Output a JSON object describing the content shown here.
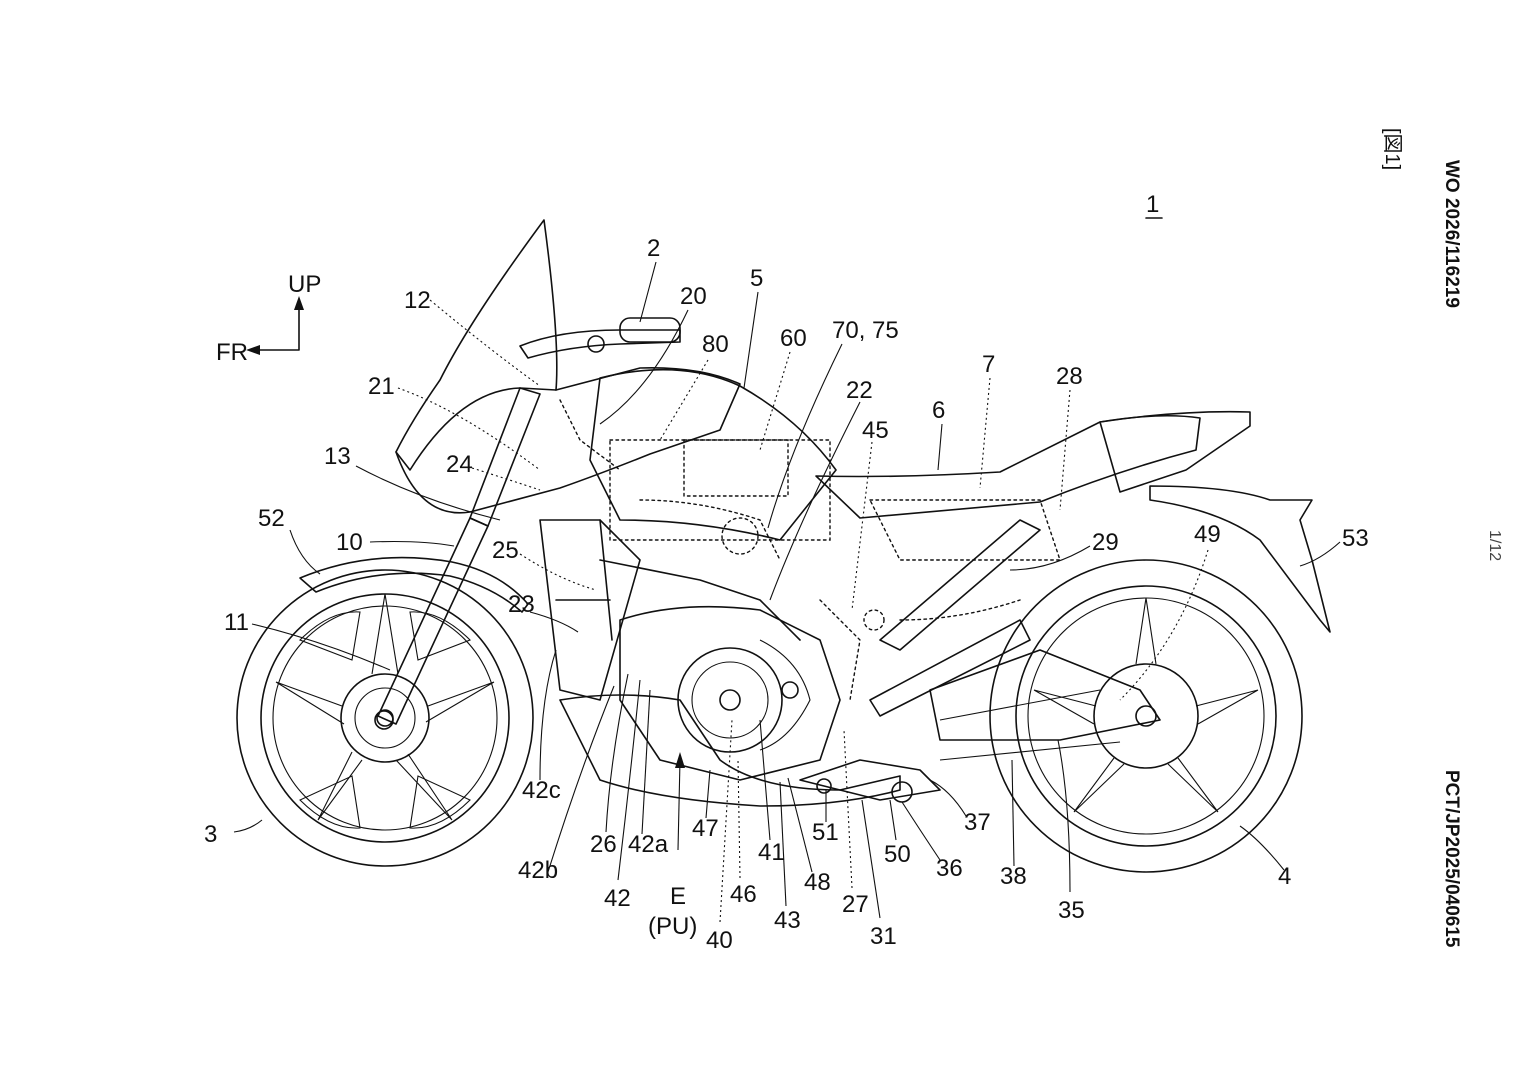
{
  "header": {
    "doc_number": "WO 2026/116219",
    "fig_marker": "[図1]",
    "page": "1/12",
    "application_number": "PCT/JP2025/040615"
  },
  "figure": {
    "assembly_ref": "1",
    "direction": {
      "up": "UP",
      "front": "FR"
    },
    "callouts": [
      {
        "id": "c-2",
        "text": "2"
      },
      {
        "id": "c-20",
        "text": "20"
      },
      {
        "id": "c-5",
        "text": "5"
      },
      {
        "id": "c-12",
        "text": "12"
      },
      {
        "id": "c-80",
        "text": "80"
      },
      {
        "id": "c-60",
        "text": "60"
      },
      {
        "id": "c-70-75",
        "text": "70, 75"
      },
      {
        "id": "c-21",
        "text": "21"
      },
      {
        "id": "c-22",
        "text": "22"
      },
      {
        "id": "c-7",
        "text": "7"
      },
      {
        "id": "c-28",
        "text": "28"
      },
      {
        "id": "c-6",
        "text": "6"
      },
      {
        "id": "c-45",
        "text": "45"
      },
      {
        "id": "c-13",
        "text": "13"
      },
      {
        "id": "c-24",
        "text": "24"
      },
      {
        "id": "c-52",
        "text": "52"
      },
      {
        "id": "c-10",
        "text": "10"
      },
      {
        "id": "c-25",
        "text": "25"
      },
      {
        "id": "c-29",
        "text": "29"
      },
      {
        "id": "c-49",
        "text": "49"
      },
      {
        "id": "c-53",
        "text": "53"
      },
      {
        "id": "c-23",
        "text": "23"
      },
      {
        "id": "c-11",
        "text": "11"
      },
      {
        "id": "c-42c",
        "text": "42c"
      },
      {
        "id": "c-26",
        "text": "26"
      },
      {
        "id": "c-42a",
        "text": "42a"
      },
      {
        "id": "c-47",
        "text": "47"
      },
      {
        "id": "c-41",
        "text": "41"
      },
      {
        "id": "c-51",
        "text": "51"
      },
      {
        "id": "c-50",
        "text": "50"
      },
      {
        "id": "c-37",
        "text": "37"
      },
      {
        "id": "c-3",
        "text": "3"
      },
      {
        "id": "c-36",
        "text": "36"
      },
      {
        "id": "c-38",
        "text": "38"
      },
      {
        "id": "c-4",
        "text": "4"
      },
      {
        "id": "c-48",
        "text": "48"
      },
      {
        "id": "c-42b",
        "text": "42b"
      },
      {
        "id": "c-46",
        "text": "46"
      },
      {
        "id": "c-27",
        "text": "27"
      },
      {
        "id": "c-35",
        "text": "35"
      },
      {
        "id": "c-42",
        "text": "42"
      },
      {
        "id": "c-E",
        "text": "E"
      },
      {
        "id": "c-43",
        "text": "43"
      },
      {
        "id": "c-PU",
        "text": "(PU)"
      },
      {
        "id": "c-31",
        "text": "31"
      },
      {
        "id": "c-40",
        "text": "40"
      }
    ]
  }
}
